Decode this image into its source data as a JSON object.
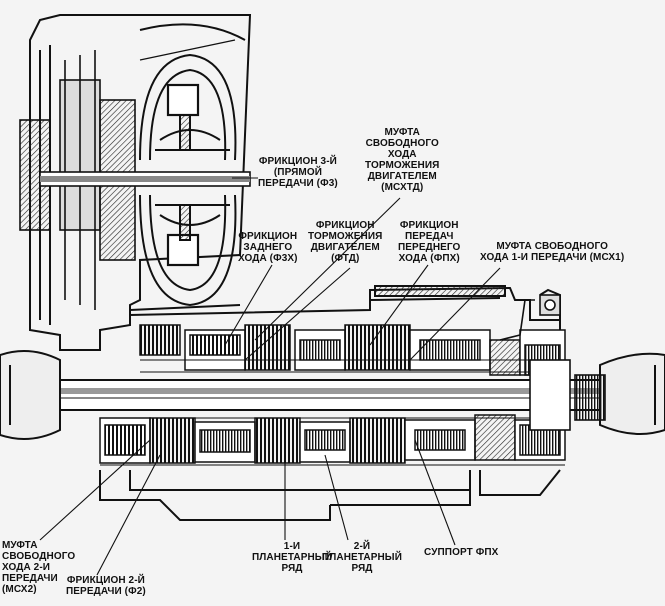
{
  "labels": {
    "f3": [
      "ФРИКЦИОН 3-Й",
      "(ПРЯМОЙ",
      "ПЕРЕДАЧИ (Ф3)"
    ],
    "mskhtd": [
      "МУФТА",
      "СВОБОДНОГО",
      "ХОДА",
      "ТОРМОЖЕНИЯ",
      "ДВИГАТЕЛЕМ",
      "(МСХТД)"
    ],
    "f3kh": [
      "ФРИКЦИОН",
      "ЗАДНЕГО",
      "ХОДА (Ф3Х)"
    ],
    "ftd": [
      "ФРИКЦИОН",
      "ТОРМОЖЕНИЯ",
      "ДВИГАТЕЛЕМ",
      "(ФТД)"
    ],
    "fpkh": [
      "ФРИКЦИОН",
      "ПЕРЕДАЧ",
      "ПЕРЕДНЕГО",
      "ХОДА (ФПХ)"
    ],
    "msx1": [
      "МУФТА СВОБОДНОГО",
      "ХОДА 1-И ПЕРЕДАЧИ (МСХ1)"
    ],
    "msx2": [
      "МУФТА",
      "СВОБОДНОГО",
      "ХОДА 2-И",
      "ПЕРЕДАЧИ",
      "(МСХ2)"
    ],
    "f2": [
      "ФРИКЦИОН 2-Й",
      "ПЕРЕДАЧИ (Ф2)"
    ],
    "planet1": [
      "1-И",
      "ПЛАНЕТАРНЫЙ",
      "РЯД"
    ],
    "planet2": [
      "2-Й",
      "ПЛАНЕТАРНЫЙ",
      "РЯД"
    ],
    "support": [
      "СУППОРТ ФПХ"
    ]
  }
}
